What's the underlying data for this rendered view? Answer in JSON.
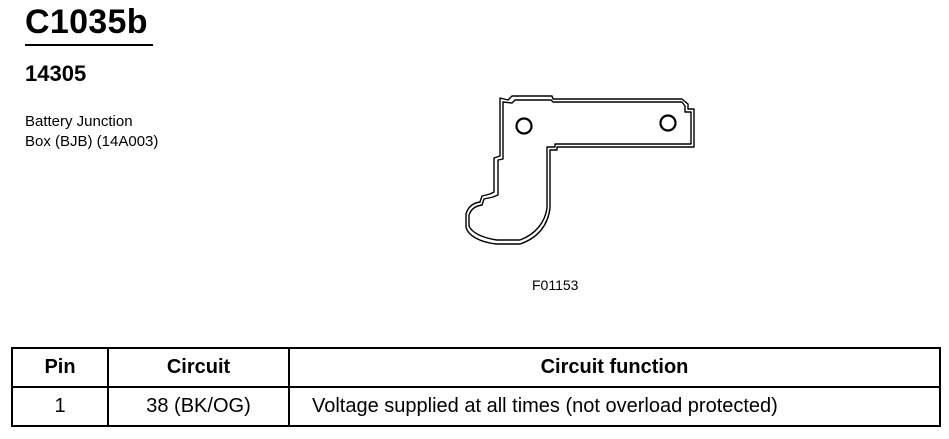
{
  "connector": {
    "id": "C1035b",
    "part_number": "14305",
    "description_lines": [
      "Battery Junction",
      "Box (BJB) (14A003)"
    ]
  },
  "figure": {
    "code": "F01153"
  },
  "table": {
    "headers": {
      "pin": "Pin",
      "circuit": "Circuit",
      "function": "Circuit function"
    },
    "rows": [
      {
        "pin": "1",
        "circuit": "38 (BK/OG)",
        "function": "Voltage supplied at all times (not overload protected)"
      }
    ]
  }
}
